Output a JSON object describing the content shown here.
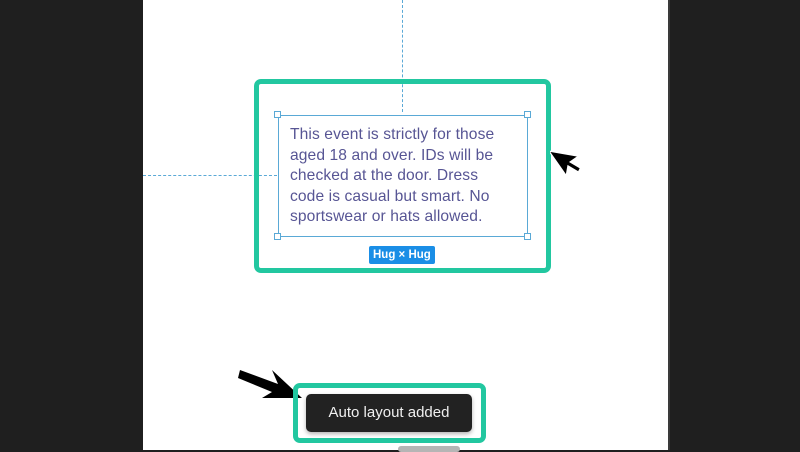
{
  "canvas": {
    "background": "#ffffff",
    "workspace_background": "#1f1f1f"
  },
  "text_frame": {
    "text": "This event is strictly for those aged 18 and over. IDs will be checked at the door. Dress code is casual but smart. No sportswear or hats allowed.",
    "lines": [
      "This event is strictly for those",
      "aged 18 and over. IDs will be",
      "checked at the door. Dress",
      "code is casual but smart. No",
      "sportswear or hats allowed."
    ],
    "text_color": "#575594",
    "selection_color": "#5aa9d6"
  },
  "size_badge": {
    "label": "Hug × Hug",
    "color": "#1a8ee6"
  },
  "toast": {
    "message": "Auto layout added"
  },
  "annotations": {
    "highlight_color": "#22c7a0"
  }
}
